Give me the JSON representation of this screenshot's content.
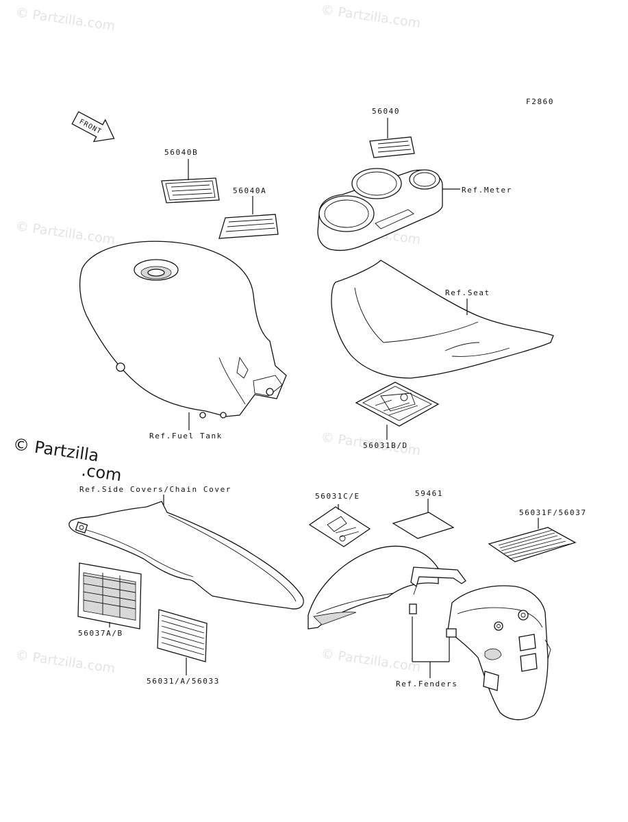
{
  "figure_code": "F2860",
  "front_arrow_label": "FRONT",
  "watermark": {
    "text": "© Partzilla.com",
    "prominent_text_1": "© Partzilla",
    "prominent_text_2": ".com"
  },
  "parts": {
    "label_56040": "56040",
    "label_56040b": "56040B",
    "label_56040a": "56040A",
    "label_56031bd": "56031B/D",
    "label_56031ce": "56031C/E",
    "label_59461": "59461",
    "label_56031f_56037": "56031F/56037",
    "label_56037ab": "56037A/B",
    "label_56031_a_56033": "56031/A/56033"
  },
  "references": {
    "meter": "Ref.Meter",
    "seat": "Ref.Seat",
    "fuel_tank": "Ref.Fuel Tank",
    "side_covers": "Ref.Side Covers/Chain Cover",
    "fenders": "Ref.Fenders"
  },
  "colors": {
    "line": "#111111",
    "watermark": "#e4e4e4",
    "shade": "#d8d8d8"
  }
}
